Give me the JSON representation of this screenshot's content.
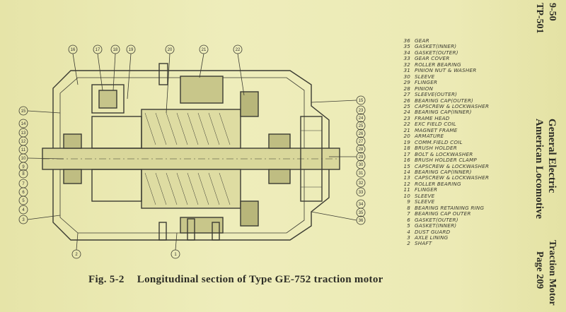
{
  "figure": {
    "number": "Fig. 5-2",
    "title": "Longitudinal section of Type GE-752 traction motor"
  },
  "header": {
    "doc_id": "TP-501",
    "doc_date": "9-50",
    "publisher_line1": "American Locomotive",
    "publisher_line2": "General Electric",
    "page": "Page 209",
    "section": "Traction Motor"
  },
  "callouts": {
    "top": [
      "16",
      "17",
      "18",
      "19",
      "20",
      "21",
      "22"
    ],
    "left": [
      "15",
      "14",
      "13",
      "12",
      "11",
      "10",
      "9",
      "8",
      "7",
      "6",
      "5",
      "4",
      "3"
    ],
    "right": [
      "15",
      "23",
      "24",
      "25",
      "26",
      "27",
      "28",
      "29",
      "30",
      "31",
      "32",
      "33",
      "34",
      "35",
      "36"
    ],
    "bottom": [
      "2",
      "1"
    ]
  },
  "parts": [
    {
      "num": "36",
      "name": "GEAR"
    },
    {
      "num": "35",
      "name": "GASKET(INNER)"
    },
    {
      "num": "34",
      "name": "GASKET(OUTER)"
    },
    {
      "num": "33",
      "name": "GEAR COVER"
    },
    {
      "num": "32",
      "name": "ROLLER BEARING"
    },
    {
      "num": "31",
      "name": "PINION NUT & WASHER"
    },
    {
      "num": "30",
      "name": "SLEEVE"
    },
    {
      "num": "29",
      "name": "FLINGER"
    },
    {
      "num": "28",
      "name": "PINION"
    },
    {
      "num": "27",
      "name": "SLEEVE(OUTER)"
    },
    {
      "num": "26",
      "name": "BEARING CAP(OUTER)"
    },
    {
      "num": "25",
      "name": "CAPSCREW & LOCKWASHER"
    },
    {
      "num": "24",
      "name": "BEARING CAP(INNER)"
    },
    {
      "num": "23",
      "name": "FRAME HEAD"
    },
    {
      "num": "22",
      "name": "EXC FIELD COIL"
    },
    {
      "num": "21",
      "name": "MAGNET FRAME"
    },
    {
      "num": "20",
      "name": "ARMATURE"
    },
    {
      "num": "19",
      "name": "COMM.FIELD COIL"
    },
    {
      "num": "18",
      "name": "BRUSH HOLDER"
    },
    {
      "num": "17",
      "name": "BOLT & LOCKWASHER"
    },
    {
      "num": "16",
      "name": "BRUSH HOLDER CLAMP"
    },
    {
      "num": "15",
      "name": "CAPSCREW & LOCKWASHER"
    },
    {
      "num": "14",
      "name": "BEARING CAP(INNER)"
    },
    {
      "num": "13",
      "name": "CAPSCREW & LOCKWASHER"
    },
    {
      "num": "12",
      "name": "ROLLER BEARING"
    },
    {
      "num": "11",
      "name": "FLINGER"
    },
    {
      "num": "10",
      "name": "SLEEVE"
    },
    {
      "num": "9",
      "name": "SLEEVE"
    },
    {
      "num": "8",
      "name": "BEARING RETAINING RING"
    },
    {
      "num": "7",
      "name": "BEARING CAP OUTER"
    },
    {
      "num": "6",
      "name": "GASKET(OUTER)"
    },
    {
      "num": "5",
      "name": "GASKET(INNER)"
    },
    {
      "num": "4",
      "name": "DUST GUARD"
    },
    {
      "num": "3",
      "name": "AXLE LINING"
    },
    {
      "num": "2",
      "name": "SHAFT"
    }
  ]
}
